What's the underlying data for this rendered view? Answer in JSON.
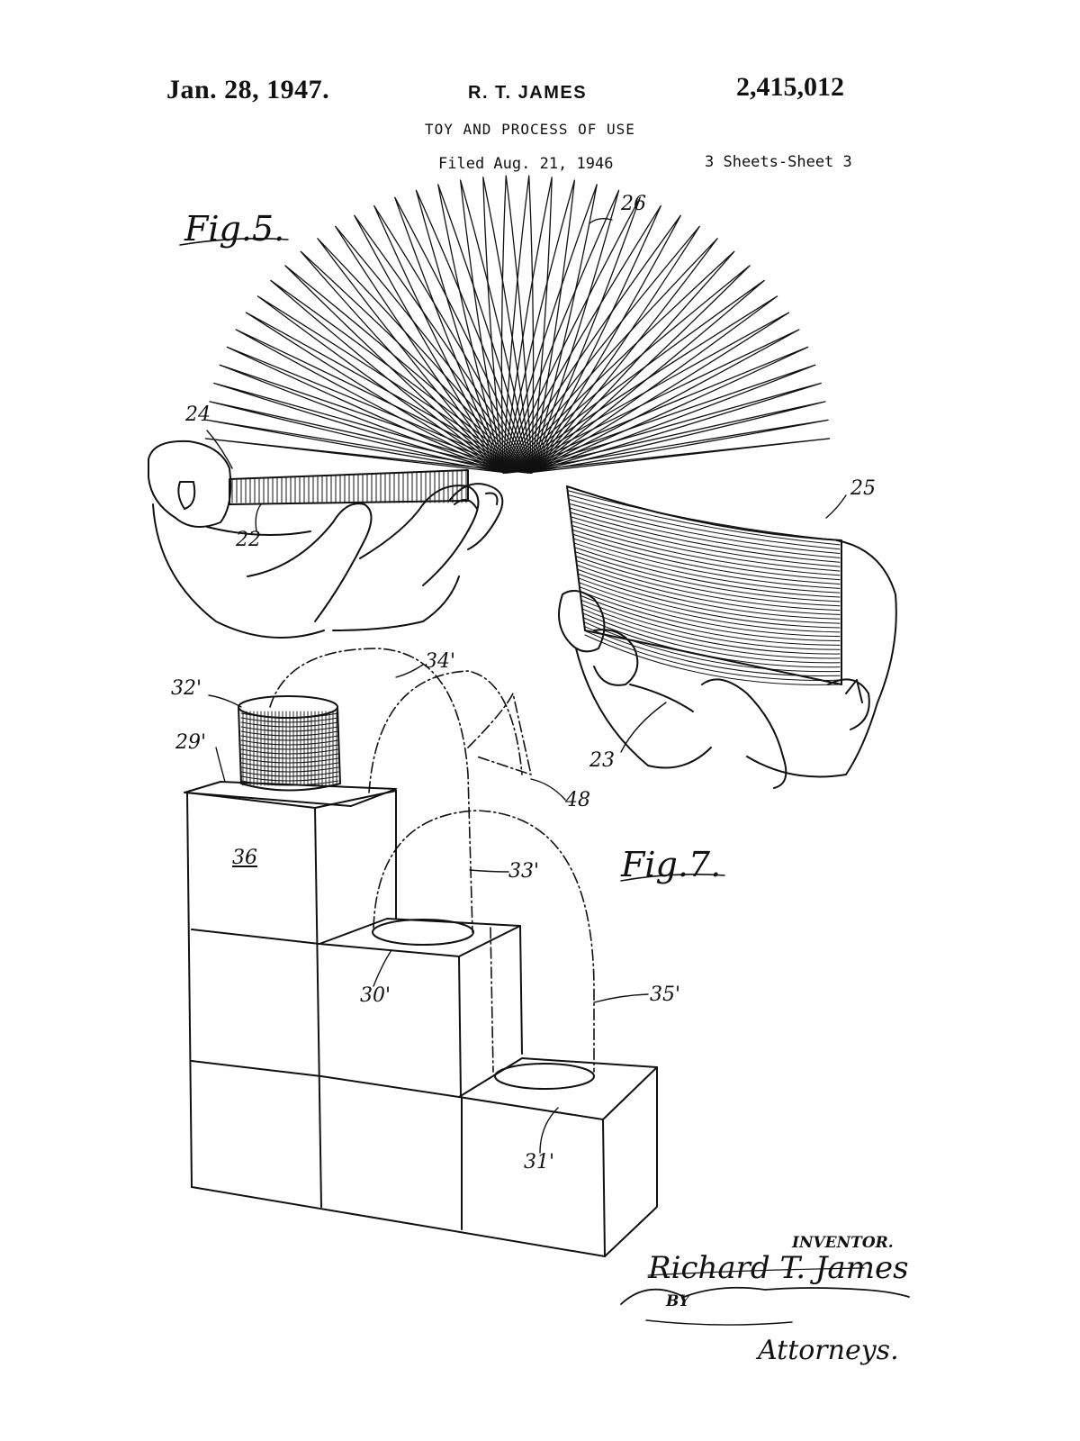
{
  "header": {
    "date": "Jan. 28, 1947.",
    "inventor_name": "R. T. JAMES",
    "patent_number": "2,415,012",
    "title": "TOY AND PROCESS OF USE",
    "filed": "Filed Aug. 21, 1946",
    "sheets": "3 Sheets-Sheet 3"
  },
  "figures": {
    "fig5": "Fig.5.",
    "fig7": "Fig.7."
  },
  "reference_labels": {
    "r26": "26",
    "r24": "24",
    "r22": "22",
    "r25": "25",
    "r23": "23",
    "r34p": "34'",
    "r32p": "32'",
    "r29p": "29'",
    "r36": "36",
    "r48": "48",
    "r33p": "33'",
    "r30p": "30'",
    "r35p": "35'",
    "r31p": "31'"
  },
  "footer": {
    "inventor_label": "INVENTOR.",
    "inventor_signature": "Richard T. James",
    "by_label": "BY",
    "attorneys_label": "Attorneys."
  }
}
